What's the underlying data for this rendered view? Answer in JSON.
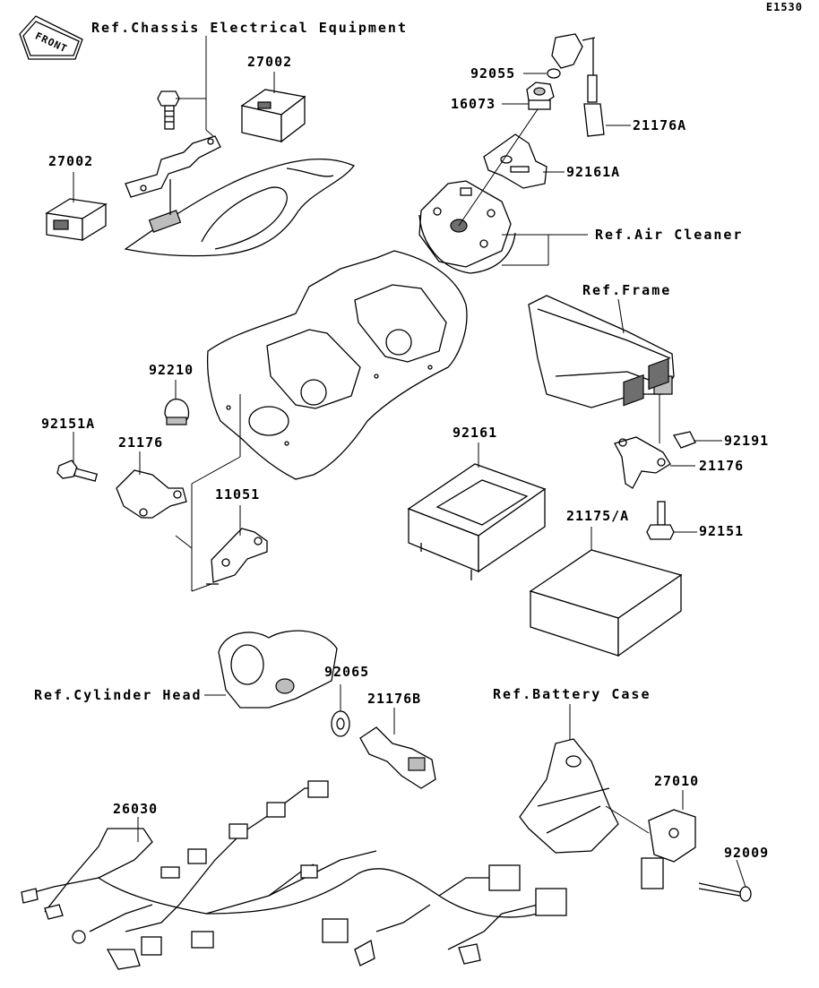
{
  "diagram_code": "E1530",
  "front_badge": "FRONT",
  "labels": {
    "ref_chassis": "Ref.Chassis Electrical Equipment",
    "p27002_top": "27002",
    "p27002_left": "27002",
    "p92055": "92055",
    "p16073": "16073",
    "p21176A": "21176A",
    "p92161A": "92161A",
    "ref_air_cleaner": "Ref.Air Cleaner",
    "ref_frame": "Ref.Frame",
    "p92210": "92210",
    "p92151A": "92151A",
    "p21176_left": "21176",
    "p11051": "11051",
    "p92161": "92161",
    "p92191": "92191",
    "p21176_right": "21176",
    "p21175A": "21175/A",
    "p92151": "92151",
    "p92065": "92065",
    "ref_cylinder_head": "Ref.Cylinder Head",
    "p21176B": "21176B",
    "ref_battery_case": "Ref.Battery Case",
    "p26030": "26030",
    "p27010": "27010",
    "p92009": "92009"
  }
}
